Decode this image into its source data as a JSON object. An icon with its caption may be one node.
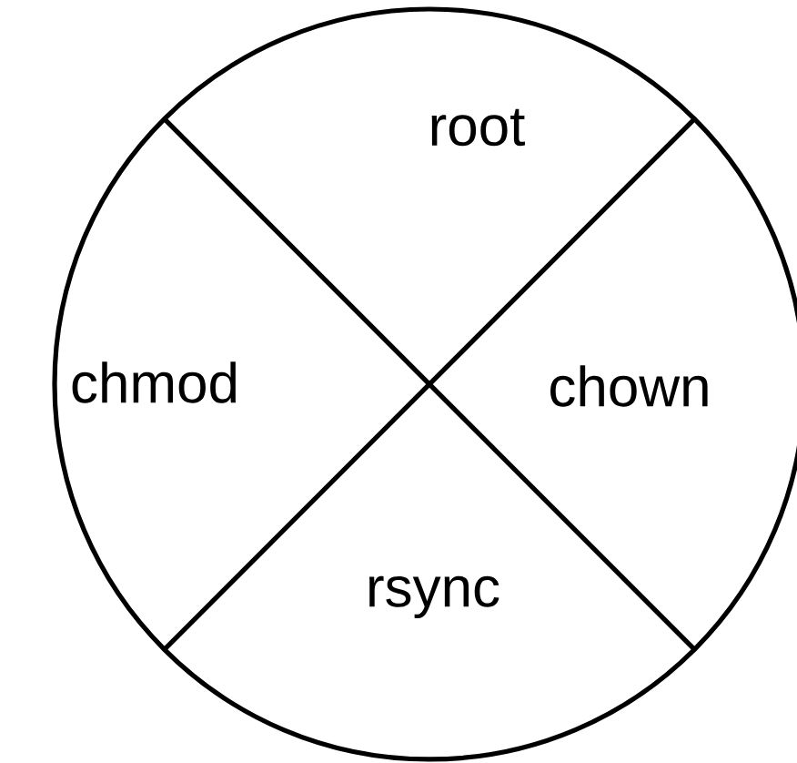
{
  "diagram": {
    "nodes": [
      {
        "text": [
          "root",
          "chmod",
          "chown",
          "rsync"
        ]
      }
    ]
  }
}
